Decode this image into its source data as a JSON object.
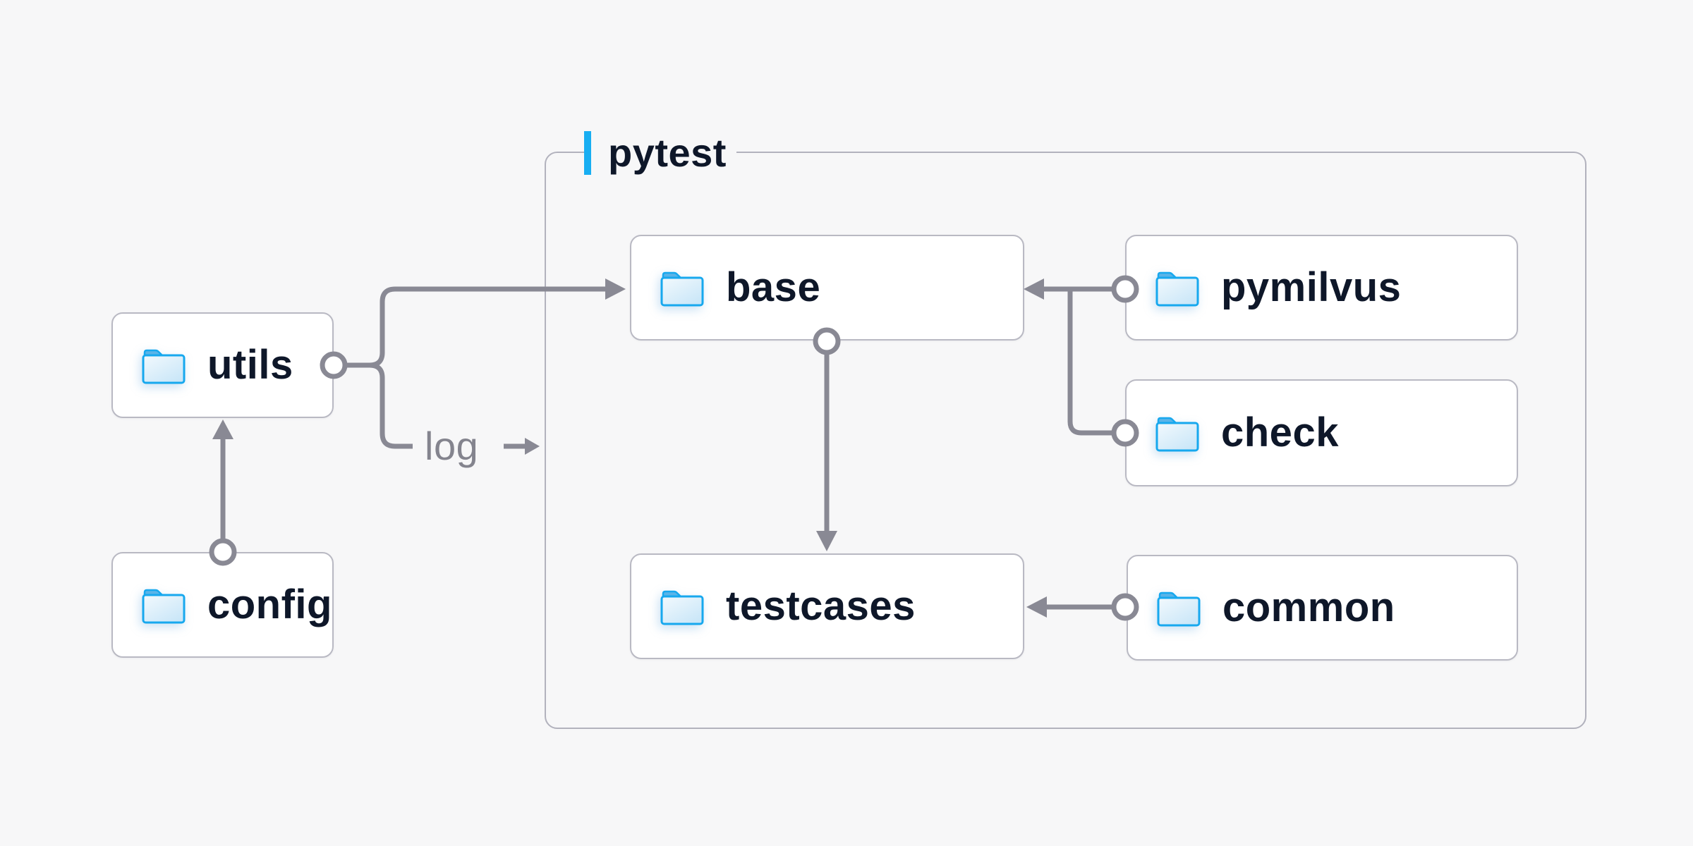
{
  "diagram": {
    "group": {
      "label": "pytest"
    },
    "nodes": {
      "utils": {
        "label": "utils"
      },
      "config": {
        "label": "config"
      },
      "base": {
        "label": "base"
      },
      "pymilvus": {
        "label": "pymilvus"
      },
      "check": {
        "label": "check"
      },
      "testcases": {
        "label": "testcases"
      },
      "common": {
        "label": "common"
      }
    },
    "edge_label": "log",
    "edges": [
      {
        "from": "config",
        "to": "utils"
      },
      {
        "from": "utils",
        "to": "base"
      },
      {
        "from": "utils",
        "to": "log"
      },
      {
        "from": "pymilvus",
        "to": "base"
      },
      {
        "from": "check",
        "to": "base"
      },
      {
        "from": "base",
        "to": "testcases"
      },
      {
        "from": "common",
        "to": "testcases"
      }
    ],
    "icons": {
      "node_icon": "folder-icon"
    },
    "colors": {
      "background": "#f7f7f8",
      "node_fill": "#ffffff",
      "node_border": "#b9b9c3",
      "group_border": "#b2b2bd",
      "connector": "#898994",
      "label_text": "#0e1729",
      "muted_text": "#84848e",
      "accent_blue": "#18aef2",
      "folder_stroke": "#17a8ee",
      "folder_tab": "#5ab4e8"
    }
  }
}
